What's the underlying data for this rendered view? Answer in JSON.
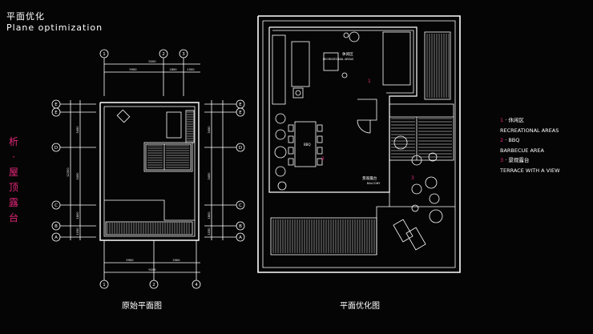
{
  "header": {
    "title_cn": "平面优化",
    "title_en": "Plane optimization"
  },
  "side_label": [
    "析",
    "·",
    "屋",
    "顶",
    "露",
    "台"
  ],
  "captions": {
    "original": "原始平面图",
    "optimized": "平面优化图"
  },
  "legend": [
    {
      "num": "1",
      "cn": "休闲区",
      "en": "RECREATIONAL AREAS"
    },
    {
      "num": "2",
      "cn": "BBQ",
      "en": "BARBECUE AREA"
    },
    {
      "num": "3",
      "cn": "景观露台",
      "en": "TERRACE WITH A VIEW"
    }
  ],
  "plan_labels": {
    "rec_cn": "休闲区",
    "rec_en": "RECREATIONAL AREAS",
    "bbq": "BBQ",
    "balc_cn": "景观露台",
    "balc_en": "BALCONY",
    "n1": "1",
    "n2": "2",
    "n3": "3"
  },
  "original_plan": {
    "axis_top": [
      "1",
      "2",
      "3"
    ],
    "axis_bottom": [
      "1",
      "2",
      "4"
    ],
    "axis_left": [
      "E",
      "E",
      "D",
      "C",
      "B",
      "A"
    ],
    "dims_top_total": "9200",
    "dims_top": [
      "5900",
      "1800",
      "1500"
    ],
    "dims_bottom": [
      "5900",
      "3300"
    ],
    "dims_bottom_total": "9200",
    "dims_left_total": "12300",
    "dims_left": [
      "3450",
      "3450",
      "1800",
      "1050"
    ],
    "dims_right": [
      "3450",
      "3450",
      "1800",
      "1050"
    ]
  },
  "colors": {
    "accent": "#e6267a",
    "line": "#ffffff",
    "background": "#050505"
  }
}
